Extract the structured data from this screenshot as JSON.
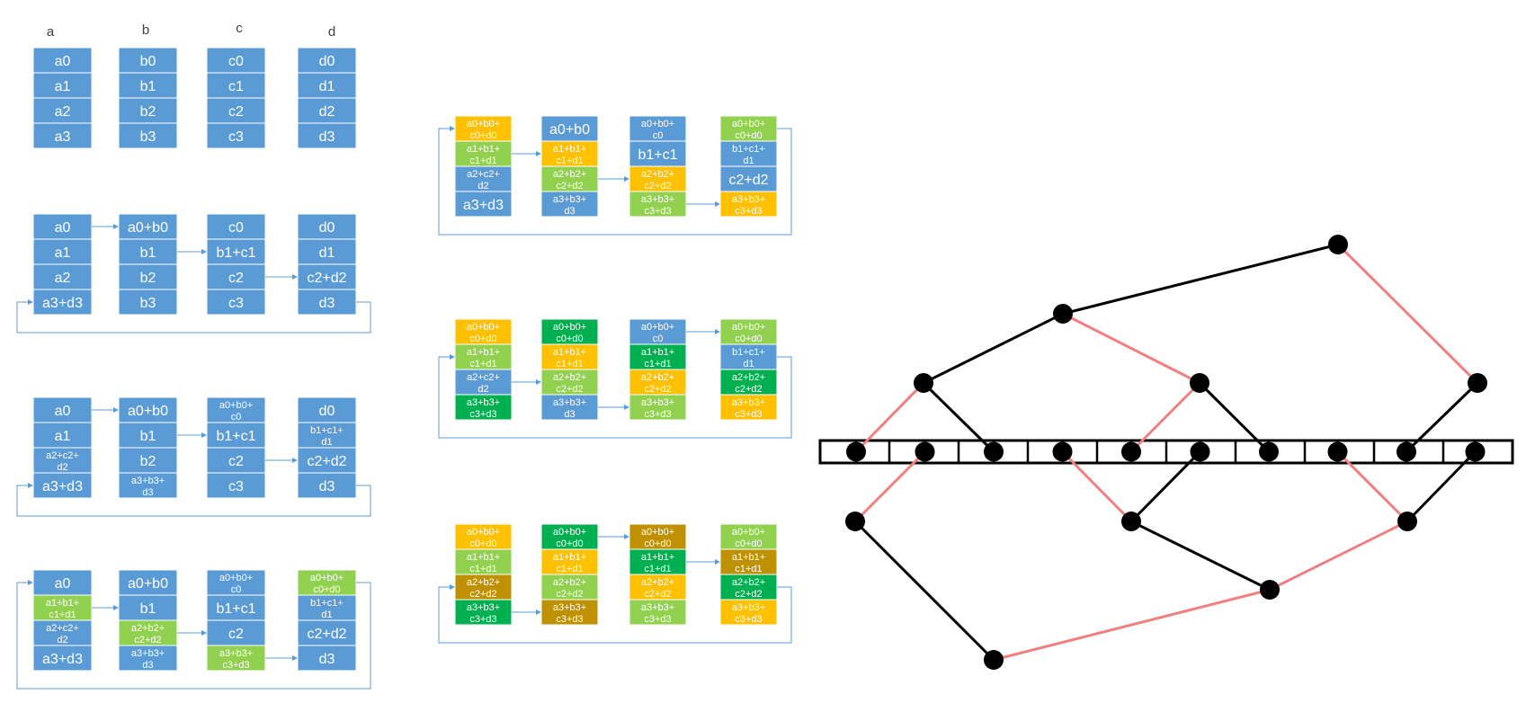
{
  "colors": {
    "blue": "#5b9bd5",
    "orange": "#ffc000",
    "light_green": "#92d050",
    "dark_green": "#00b050",
    "olive": "#bf9000",
    "cell_border": "#ffffff",
    "arrow": "#5b9bd5",
    "cell_text": "#ffffff",
    "tree_black": "#000000",
    "tree_red": "#f08080"
  },
  "column_labels": [
    "a",
    "b",
    "c",
    "d"
  ],
  "steps": [
    {
      "columns": [
        [
          {
            "t": "a0",
            "c": "blue"
          },
          {
            "t": "a1",
            "c": "blue"
          },
          {
            "t": "a2",
            "c": "blue"
          },
          {
            "t": "a3",
            "c": "blue"
          }
        ],
        [
          {
            "t": "b0",
            "c": "blue"
          },
          {
            "t": "b1",
            "c": "blue"
          },
          {
            "t": "b2",
            "c": "blue"
          },
          {
            "t": "b3",
            "c": "blue"
          }
        ],
        [
          {
            "t": "c0",
            "c": "blue"
          },
          {
            "t": "c1",
            "c": "blue"
          },
          {
            "t": "c2",
            "c": "blue"
          },
          {
            "t": "c3",
            "c": "blue"
          }
        ],
        [
          {
            "t": "d0",
            "c": "blue"
          },
          {
            "t": "d1",
            "c": "blue"
          },
          {
            "t": "d2",
            "c": "blue"
          },
          {
            "t": "d3",
            "c": "blue"
          }
        ]
      ]
    },
    {
      "columns": [
        [
          {
            "t": "a0",
            "c": "blue"
          },
          {
            "t": "a1",
            "c": "blue"
          },
          {
            "t": "a2",
            "c": "blue"
          },
          {
            "t": "a3+d3",
            "c": "blue"
          }
        ],
        [
          {
            "t": "a0+b0",
            "c": "blue"
          },
          {
            "t": "b1",
            "c": "blue"
          },
          {
            "t": "b2",
            "c": "blue"
          },
          {
            "t": "b3",
            "c": "blue"
          }
        ],
        [
          {
            "t": "c0",
            "c": "blue"
          },
          {
            "t": "b1+c1",
            "c": "blue"
          },
          {
            "t": "c2",
            "c": "blue"
          },
          {
            "t": "c3",
            "c": "blue"
          }
        ],
        [
          {
            "t": "d0",
            "c": "blue"
          },
          {
            "t": "d1",
            "c": "blue"
          },
          {
            "t": "c2+d2",
            "c": "blue"
          },
          {
            "t": "d3",
            "c": "blue"
          }
        ]
      ]
    },
    {
      "columns": [
        [
          {
            "t": "a0",
            "c": "blue"
          },
          {
            "t": "a1",
            "c": "blue"
          },
          {
            "t": "a2+c2+\nd2",
            "c": "blue"
          },
          {
            "t": "a3+d3",
            "c": "blue"
          }
        ],
        [
          {
            "t": "a0+b0",
            "c": "blue"
          },
          {
            "t": "b1",
            "c": "blue"
          },
          {
            "t": "b2",
            "c": "blue"
          },
          {
            "t": "a3+b3+\nd3",
            "c": "blue"
          }
        ],
        [
          {
            "t": "a0+b0+\nc0",
            "c": "blue"
          },
          {
            "t": "b1+c1",
            "c": "blue"
          },
          {
            "t": "c2",
            "c": "blue"
          },
          {
            "t": "c3",
            "c": "blue"
          }
        ],
        [
          {
            "t": "d0",
            "c": "blue"
          },
          {
            "t": "b1+c1+\nd1",
            "c": "blue"
          },
          {
            "t": "c2+d2",
            "c": "blue"
          },
          {
            "t": "d3",
            "c": "blue"
          }
        ]
      ]
    },
    {
      "columns": [
        [
          {
            "t": "a0",
            "c": "blue"
          },
          {
            "t": "a1+b1+\nc1+d1",
            "c": "light_green"
          },
          {
            "t": "a2+c2+\nd2",
            "c": "blue"
          },
          {
            "t": "a3+d3",
            "c": "blue"
          }
        ],
        [
          {
            "t": "a0+b0",
            "c": "blue"
          },
          {
            "t": "b1",
            "c": "blue"
          },
          {
            "t": "a2+b2+\nc2+d2",
            "c": "light_green"
          },
          {
            "t": "a3+b3+\nd3",
            "c": "blue"
          }
        ],
        [
          {
            "t": "a0+b0+\nc0",
            "c": "blue"
          },
          {
            "t": "b1+c1",
            "c": "blue"
          },
          {
            "t": "c2",
            "c": "blue"
          },
          {
            "t": "a3+b3+\nc3+d3",
            "c": "light_green"
          }
        ],
        [
          {
            "t": "a0+b0+\nc0+d0",
            "c": "light_green"
          },
          {
            "t": "b1+c1+\nd1",
            "c": "blue"
          },
          {
            "t": "c2+d2",
            "c": "blue"
          },
          {
            "t": "d3",
            "c": "blue"
          }
        ]
      ]
    },
    {
      "columns": [
        [
          {
            "t": "a0+b0+\nc0+d0",
            "c": "orange"
          },
          {
            "t": "a1+b1+\nc1+d1",
            "c": "light_green"
          },
          {
            "t": "a2+c2+\nd2",
            "c": "blue"
          },
          {
            "t": "a3+d3",
            "c": "blue"
          }
        ],
        [
          {
            "t": "a0+b0",
            "c": "blue"
          },
          {
            "t": "a1+b1+\nc1+d1",
            "c": "orange"
          },
          {
            "t": "a2+b2+\nc2+d2",
            "c": "light_green"
          },
          {
            "t": "a3+b3+\nd3",
            "c": "blue"
          }
        ],
        [
          {
            "t": "a0+b0+\nc0",
            "c": "blue"
          },
          {
            "t": "b1+c1",
            "c": "blue"
          },
          {
            "t": "a2+b2+\nc2+d2",
            "c": "orange"
          },
          {
            "t": "a3+b3+\nc3+d3",
            "c": "light_green"
          }
        ],
        [
          {
            "t": "a0+b0+\nc0+d0",
            "c": "light_green"
          },
          {
            "t": "b1+c1+\nd1",
            "c": "blue"
          },
          {
            "t": "c2+d2",
            "c": "blue"
          },
          {
            "t": "a3+b3+\nc3+d3",
            "c": "orange"
          }
        ]
      ]
    },
    {
      "columns": [
        [
          {
            "t": "a0+b0+\nc0+d0",
            "c": "orange"
          },
          {
            "t": "a1+b1+\nc1+d1",
            "c": "light_green"
          },
          {
            "t": "a2+c2+\nd2",
            "c": "blue"
          },
          {
            "t": "a3+b3+\nc3+d3",
            "c": "dark_green"
          }
        ],
        [
          {
            "t": "a0+b0+\nc0+d0",
            "c": "dark_green"
          },
          {
            "t": "a1+b1+\nc1+d1",
            "c": "orange"
          },
          {
            "t": "a2+b2+\nc2+d2",
            "c": "light_green"
          },
          {
            "t": "a3+b3+\nd3",
            "c": "blue"
          }
        ],
        [
          {
            "t": "a0+b0+\nc0",
            "c": "blue"
          },
          {
            "t": "a1+b1+\nc1+d1",
            "c": "dark_green"
          },
          {
            "t": "a2+b2+\nc2+d2",
            "c": "orange"
          },
          {
            "t": "a3+b3+\nc3+d3",
            "c": "light_green"
          }
        ],
        [
          {
            "t": "a0+b0+\nc0+d0",
            "c": "light_green"
          },
          {
            "t": "b1+c1+\nd1",
            "c": "blue"
          },
          {
            "t": "a2+b2+\nc2+d2",
            "c": "dark_green"
          },
          {
            "t": "a3+b3+\nc3+d3",
            "c": "orange"
          }
        ]
      ]
    },
    {
      "columns": [
        [
          {
            "t": "a0+b0+\nc0+d0",
            "c": "orange"
          },
          {
            "t": "a1+b1+\nc1+d1",
            "c": "light_green"
          },
          {
            "t": "a2+b2+\nc2+d2",
            "c": "olive"
          },
          {
            "t": "a3+b3+\nc3+d3",
            "c": "dark_green"
          }
        ],
        [
          {
            "t": "a0+b0+\nc0+d0",
            "c": "dark_green"
          },
          {
            "t": "a1+b1+\nc1+d1",
            "c": "orange"
          },
          {
            "t": "a2+b2+\nc2+d2",
            "c": "light_green"
          },
          {
            "t": "a3+b3+\nc3+d3",
            "c": "olive"
          }
        ],
        [
          {
            "t": "a0+b0+\nc0+d0",
            "c": "olive"
          },
          {
            "t": "a1+b1+\nc1+d1",
            "c": "dark_green"
          },
          {
            "t": "a2+b2+\nc2+d2",
            "c": "orange"
          },
          {
            "t": "a3+b3+\nc3+d3",
            "c": "light_green"
          }
        ],
        [
          {
            "t": "a0+b0+\nc0+d0",
            "c": "light_green"
          },
          {
            "t": "a1+b1+\nc1+d1",
            "c": "olive"
          },
          {
            "t": "a2+b2+\nc2+d2",
            "c": "dark_green"
          },
          {
            "t": "a3+b3+\nc3+d3",
            "c": "orange"
          }
        ]
      ]
    }
  ],
  "tree": {
    "array_slots": 10
  }
}
